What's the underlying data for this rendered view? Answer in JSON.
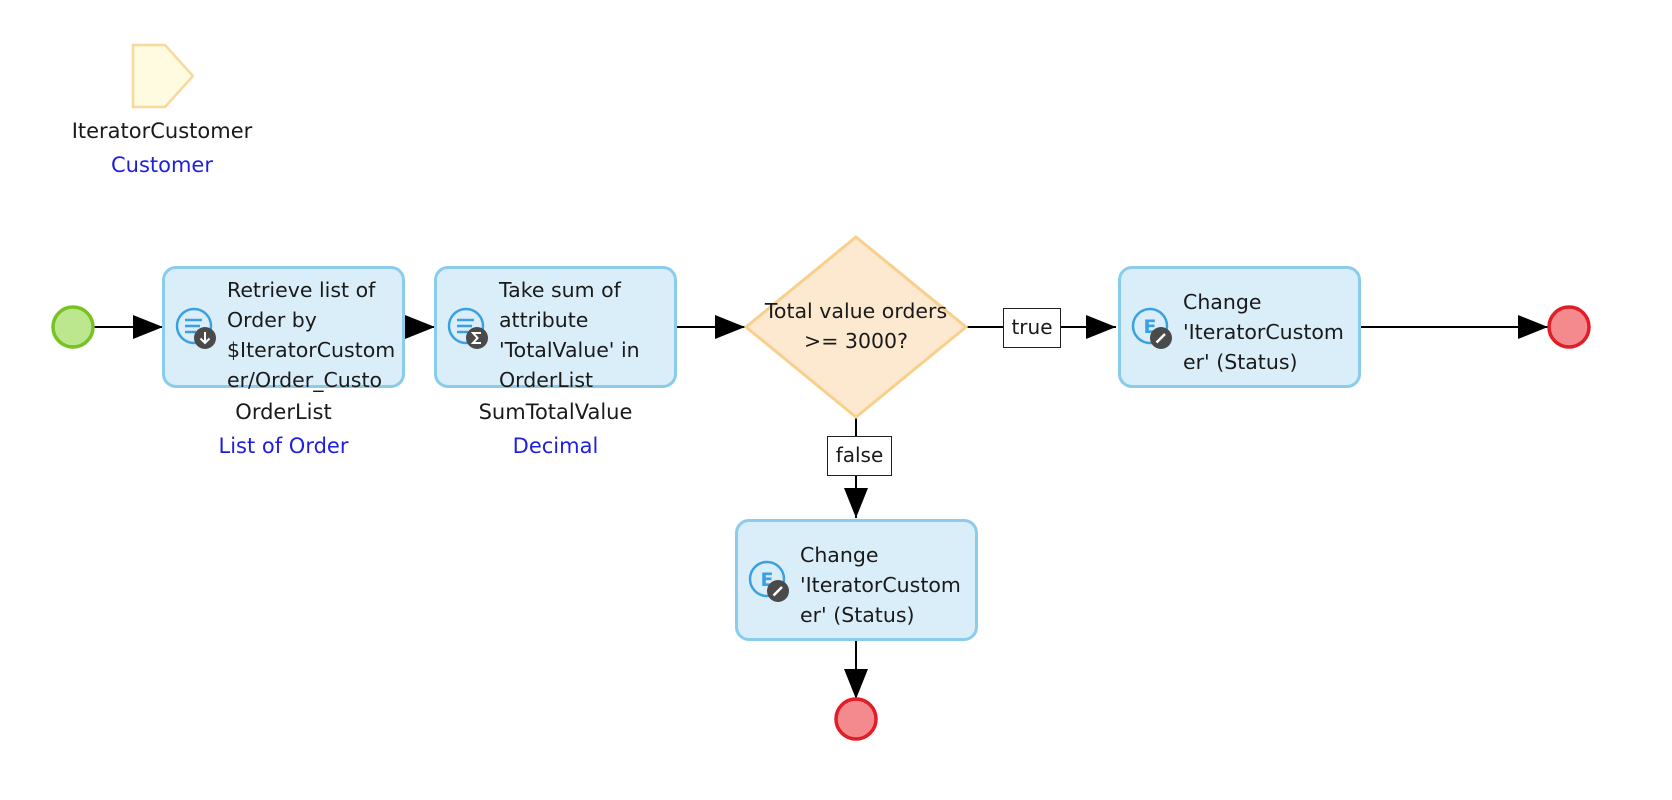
{
  "parameter": {
    "name": "IteratorCustomer",
    "type": "Customer"
  },
  "activities": {
    "retrieve": {
      "text": "Retrieve list of\nOrder by\n$IteratorCustom\ner/Order_Custo",
      "output_name": "OrderList",
      "output_type": "List of Order",
      "icon": "retrieve-icon"
    },
    "aggregate": {
      "text": "Take sum of\nattribute\n'TotalValue' in\nOrderList",
      "output_name": "SumTotalValue",
      "output_type": "Decimal",
      "icon": "aggregate-icon"
    },
    "change_true": {
      "text": "Change\n'IteratorCustom\ner' (Status)",
      "icon": "change-object-icon"
    },
    "change_false": {
      "text": "Change\n'IteratorCustom\ner' (Status)",
      "icon": "change-object-icon"
    }
  },
  "decision": {
    "line1": "Total value orders",
    "line2": ">= 3000?"
  },
  "flows": {
    "true_label": "true",
    "false_label": "false"
  },
  "colors": {
    "activity_fill": "#daeef9",
    "activity_border": "#8bcbec",
    "decision_fill": "#fde9cf",
    "decision_border": "#f9cf8c",
    "start_fill": "#bde78f",
    "start_border": "#79c224",
    "end_fill": "#f48a8e",
    "end_border": "#e11d28",
    "parameter_fill": "#fffbe0",
    "parameter_border": "#f9d89c",
    "type_text": "#1f1fdd"
  }
}
